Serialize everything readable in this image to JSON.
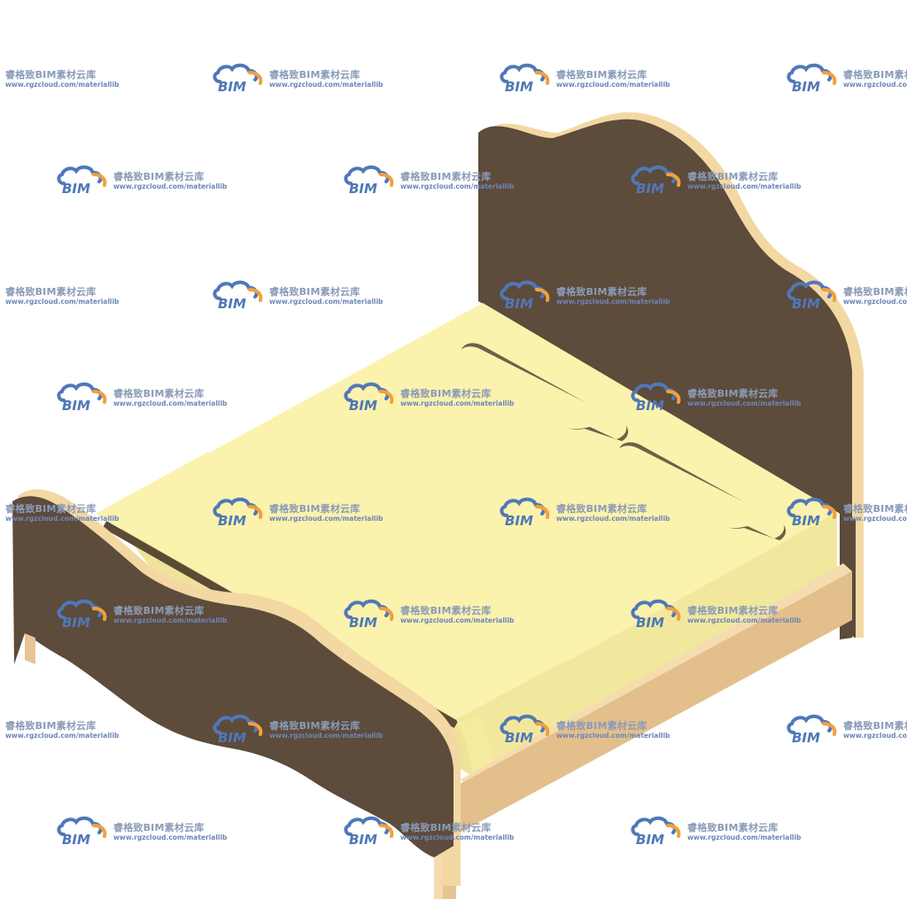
{
  "subject": {
    "item": "double bed",
    "colors": {
      "headboard": "#5d4b3b",
      "headboard_edge": "#f3d8a3",
      "frame_rail": "#e3bf8b",
      "frame_rail_light": "#f5dcae",
      "mattress_top": "#fbf2ad",
      "mattress_side": "#f2e89d",
      "pillow": "#fbf2ad",
      "pillow_shadow": "#6e6048",
      "legs": "#e7c493"
    }
  },
  "watermark": {
    "logo_text": "BIM",
    "title": "睿格致BIM素材云库",
    "url": "www.rgzcloud.com/materiallib",
    "colors": {
      "cloud_blue": "#4f78b8",
      "cloud_orange": "#f2a03c"
    }
  }
}
